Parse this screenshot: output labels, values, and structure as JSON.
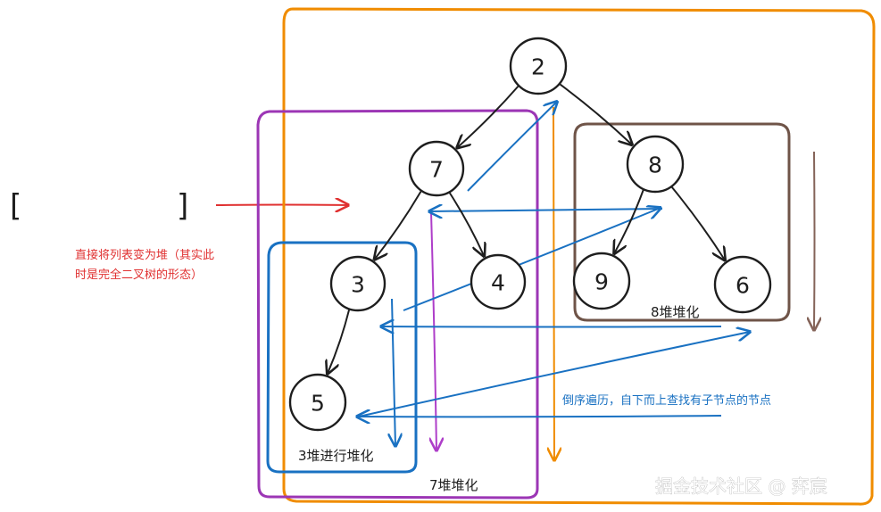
{
  "colors": {
    "ink": "#1e1e1e",
    "orange_box": "#f08c00",
    "purple_box": "#9c36b5",
    "blue_box": "#1971c2",
    "brown_box": "#6f5448",
    "red_note": "#e03131",
    "blue_note": "#1971c2",
    "orange_arrow": "#f08c00",
    "purple_arrow": "#ae3ec9",
    "blue_arrow": "#1971c2",
    "brown_arrow": "#846358",
    "red_arrow": "#e03131"
  },
  "list_brackets": {
    "open": "[",
    "close": "]"
  },
  "notes": {
    "heapify_note_line1": "直接将列表变为堆（其实此",
    "heapify_note_line2": "时是完全二叉树的形态）",
    "traversal_note": "倒序遍历，自下而上查找有子节点的节点"
  },
  "tree": {
    "nodes": [
      {
        "id": "n2",
        "label": "2"
      },
      {
        "id": "n7",
        "label": "7"
      },
      {
        "id": "n8",
        "label": "8"
      },
      {
        "id": "n3",
        "label": "3"
      },
      {
        "id": "n4",
        "label": "4"
      },
      {
        "id": "n9",
        "label": "9"
      },
      {
        "id": "n6",
        "label": "6"
      },
      {
        "id": "n5",
        "label": "5"
      }
    ],
    "edges": [
      {
        "from": "n2",
        "to": "n7"
      },
      {
        "from": "n2",
        "to": "n8"
      },
      {
        "from": "n7",
        "to": "n3"
      },
      {
        "from": "n7",
        "to": "n4"
      },
      {
        "from": "n8",
        "to": "n9"
      },
      {
        "from": "n8",
        "to": "n6"
      },
      {
        "from": "n3",
        "to": "n5"
      }
    ]
  },
  "groups": {
    "box_3": {
      "caption": "3堆进行堆化"
    },
    "box_7": {
      "caption": "7堆堆化"
    },
    "box_8": {
      "caption": "8堆堆化"
    },
    "box_2": {
      "caption": ""
    }
  },
  "watermark": "掘金技术社区 @ 弈宸"
}
